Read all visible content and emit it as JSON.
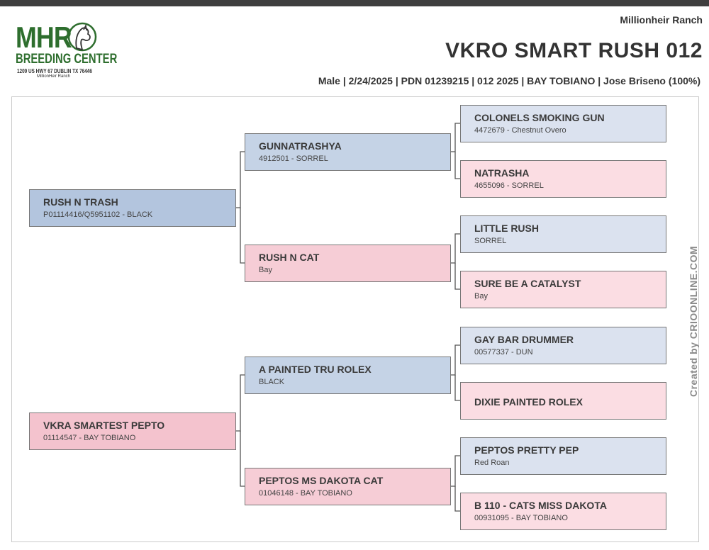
{
  "logo": {
    "mhr": "MHR",
    "breeding_center": "BREEDING CENTER",
    "address": "1209 US HWY 67 DUBLIN TX 76446",
    "ranch_small": "MillionHeir Ranch"
  },
  "header": {
    "ranch": "Millionheir Ranch",
    "horse_name": "VKRO SMART RUSH 012",
    "details": "Male | 2/24/2025 | PDN 01239215 | 012 2025 | BAY TOBIANO | Jose Briseno (100%)"
  },
  "pedigree": {
    "sire": {
      "name": "RUSH N TRASH",
      "info": "P01114416/Q5951102 - BLACK"
    },
    "dam": {
      "name": "VKRA SMARTEST PEPTO",
      "info": "01114547 - BAY TOBIANO"
    },
    "sire_sire": {
      "name": "GUNNATRASHYA",
      "info": "4912501 - SORREL"
    },
    "sire_dam": {
      "name": "RUSH N CAT",
      "info": "Bay"
    },
    "dam_sire": {
      "name": "A PAINTED TRU ROLEX",
      "info": "BLACK"
    },
    "dam_dam": {
      "name": "PEPTOS MS DAKOTA CAT",
      "info": "01046148 - BAY TOBIANO"
    },
    "g1": {
      "name": "COLONELS SMOKING GUN",
      "info": "4472679 - Chestnut Overo"
    },
    "g2": {
      "name": "NATRASHA",
      "info": "4655096 - SORREL"
    },
    "g3": {
      "name": "LITTLE RUSH",
      "info": "SORREL"
    },
    "g4": {
      "name": "SURE BE A CATALYST",
      "info": "Bay"
    },
    "g5": {
      "name": "GAY BAR DRUMMER",
      "info": "00577337 - DUN"
    },
    "g6": {
      "name": "DIXIE PAINTED ROLEX"
    },
    "g7": {
      "name": "PEPTOS PRETTY PEP",
      "info": "Red Roan"
    },
    "g8": {
      "name": "B 110 - CATS MISS DAKOTA",
      "info": "00931095 - BAY TOBIANO"
    }
  },
  "credit": "Created by  CRIOONLINE.COM",
  "colors": {
    "male": "#c5d3e6",
    "female": "#f6cdd6",
    "logo_green": "#2e6e2e"
  }
}
